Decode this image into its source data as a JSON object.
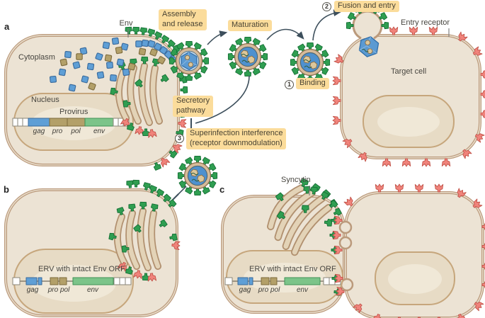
{
  "panels": {
    "a": {
      "label": "a",
      "cytoplasm": "Cytoplasm",
      "nucleus": "Nucleus",
      "provirus": "Provirus",
      "genes": {
        "gag": "gag",
        "pro": "pro",
        "pol": "pol",
        "env": "env"
      },
      "env_callout": "Env",
      "assembly_line1": "Assembly",
      "assembly_line2": "and release",
      "maturation": "Maturation",
      "binding_num": "1",
      "binding": "Binding",
      "fusion_num": "2",
      "fusion": "Fusion and entry",
      "secretory_line1": "Secretory",
      "secretory_line2": "pathway",
      "interference_num": "3",
      "interference_line1": "Superinfection interference",
      "interference_line2": "(receptor downmodulation)",
      "entry_receptor": "Entry receptor",
      "target_cell": "Target cell"
    },
    "b": {
      "label": "b",
      "erv_title": "ERV with intact Env ORF",
      "genes": {
        "gag": "gag",
        "propol": "pro pol",
        "env": "env"
      }
    },
    "c": {
      "label": "c",
      "erv_title": "ERV with intact Env ORF",
      "genes": {
        "gag": "gag",
        "propol": "pro pol",
        "env": "env"
      },
      "syncytin": "Syncytin"
    }
  },
  "icons": {
    "env_spike": "green Env trimer spike",
    "entry_receptor": "pink forked receptor",
    "inhibition": "T-bar inhibition line",
    "arrow": "curved step arrow"
  },
  "colors": {
    "env_green": "#2f9e51",
    "receptor_pink": "#f0837b",
    "gag_blue": "#5b9ad2",
    "pro_pol_tan": "#b3a069",
    "annotation_yellow": "#fbdc9b",
    "cell_fill": "#ece3d4",
    "membrane_brown": "#bb9a7c"
  }
}
